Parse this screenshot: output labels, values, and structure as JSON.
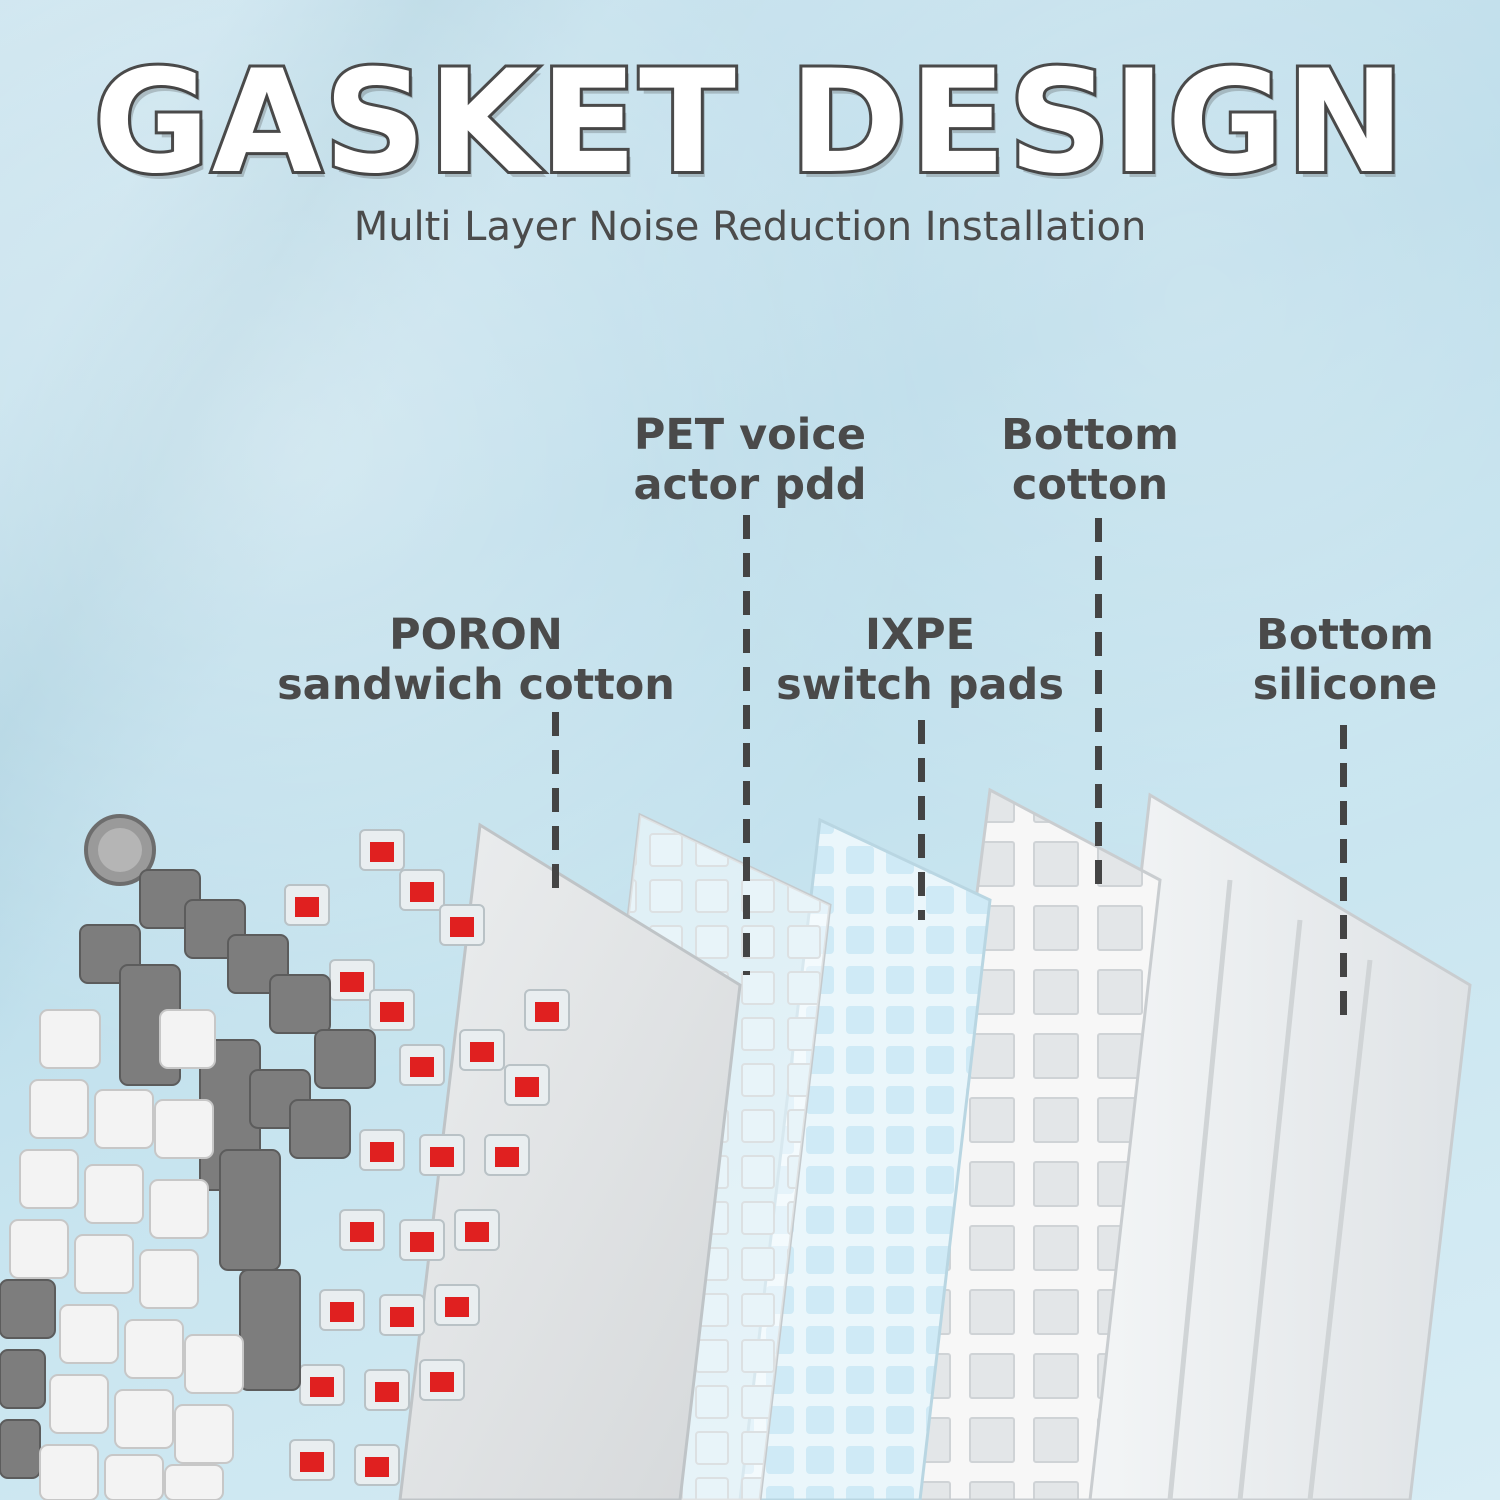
{
  "header": {
    "title": "GASKET DESIGN",
    "subtitle": "Multi Layer Noise Reduction Installation"
  },
  "layers": [
    {
      "line1": "PORON",
      "line2": "sandwich cotton"
    },
    {
      "line1": "PET voice",
      "line2": "actor pdd"
    },
    {
      "line1": "IXPE",
      "line2": "switch pads"
    },
    {
      "line1": "Bottom",
      "line2": "cotton"
    },
    {
      "line1": "Bottom",
      "line2": "silicone"
    }
  ],
  "colors": {
    "accent_text": "#4a4a4a",
    "switch_red": "#e02020",
    "keycap_gray": "#7a7a7a",
    "keycap_white": "#f2f2f2"
  }
}
